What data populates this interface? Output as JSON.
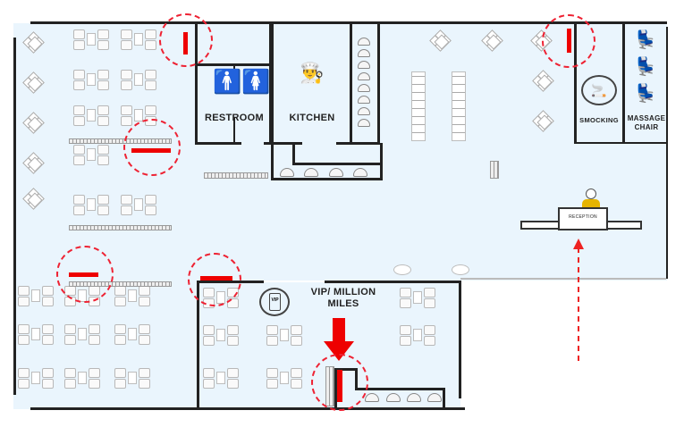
{
  "rooms": {
    "restroom": "RESTROOM",
    "kitchen": "KITCHEN",
    "smoking": "SMOCKING",
    "massage": "MASSAGE CHAIR",
    "vip": "VIP/ MILLION MILES",
    "reception": "RECEPTION"
  },
  "icons": {
    "vip_icon_text": "VIP",
    "restroom_icon": "man-woman-icon",
    "kitchen_icon": "chef-hat-icon",
    "smoking_icon": "cigarette-icon",
    "massage_icon": "massage-chair-icon",
    "reception_icon": "receptionist-icon"
  },
  "colors": {
    "floor": "#eaf5fd",
    "marker": "#e00000",
    "wall": "#222222"
  }
}
